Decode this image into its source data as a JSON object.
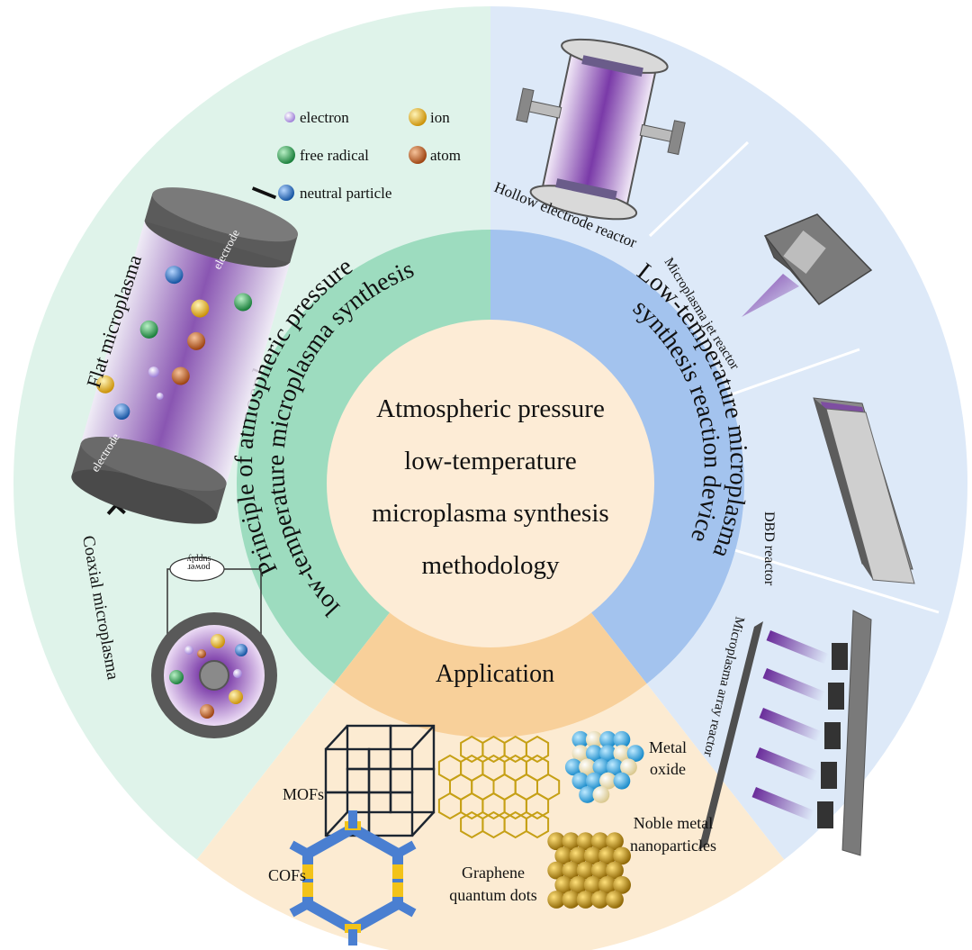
{
  "center": {
    "lines": [
      "Atmospheric pressure",
      "low-temperature",
      "microplasma synthesis",
      "methodology"
    ]
  },
  "inner_ring": {
    "principle_line1": "Principle of atmospheric pressure",
    "principle_line2": "low-temperature microplasma synthesis",
    "device_line1": "Low-temperature microplasma",
    "device_line2": "synthesis reaction device",
    "application": "Application"
  },
  "principle_panel": {
    "legend": {
      "electron": "electron",
      "ion": "ion",
      "free_radical": "free radical",
      "atom": "atom",
      "neutral_particle": "neutral particle"
    },
    "flat_label": "Flat microplasma",
    "coaxial_label": "Coaxial microplasma",
    "electrode_top": "electrode",
    "electrode_bottom": "electrode",
    "power_line1": "power",
    "power_line2": "supply",
    "minus_sign": "–",
    "plus_sign": "+"
  },
  "device_panel": {
    "hollow": "Hollow electrode reactor",
    "jet": "Microplasma jet reactor",
    "dbd": "DBD reactor",
    "array": "Microplasma array reactor"
  },
  "application_panel": {
    "mofs": "MOFs",
    "cofs": "COFs",
    "graphene_line1": "Graphene",
    "graphene_line2": "quantum dots",
    "metal_oxide_line1": "Metal",
    "metal_oxide_line2": "oxide",
    "noble_line1": "Noble metal",
    "noble_line2": "nanoparticles"
  },
  "colors": {
    "green_outer": "#dff3ea",
    "green_inner": "#9ddcbf",
    "blue_outer": "#dde9f8",
    "blue_inner": "#a3c3ee",
    "tan_outer": "#fcebd2",
    "tan_inner": "#f8d09a",
    "center": "#fdecd6",
    "plasma": "#7a3aa8",
    "electron": "#b79ae6",
    "ion": "#e8b21c",
    "free_radical": "#1e9a4a",
    "atom": "#c2571c",
    "neutral": "#1b67c4"
  }
}
